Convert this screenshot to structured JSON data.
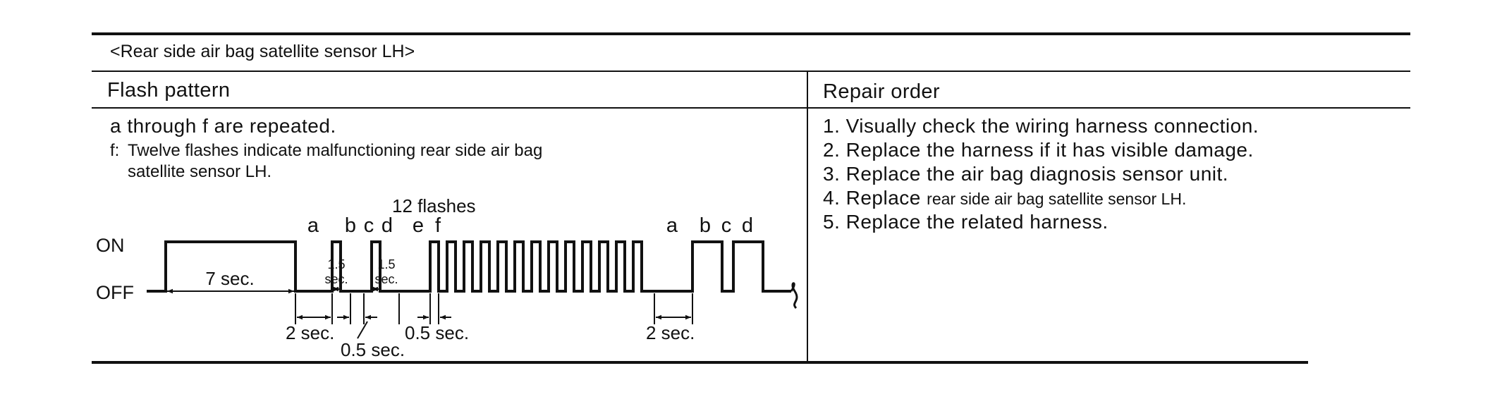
{
  "header": {
    "title": "<Rear side air bag satellite sensor LH>"
  },
  "columns": {
    "flash": "Flash pattern",
    "repair": "Repair order"
  },
  "notes": {
    "repeat": "a through f are repeated.",
    "f_prefix": "f:",
    "f_line1": "Twelve flashes indicate malfunctioning rear side air bag",
    "f_line2": "satellite sensor LH."
  },
  "diagram": {
    "on_label": "ON",
    "off_label": "OFF",
    "flashes_label": "12 flashes",
    "letters_first": [
      "a",
      "b",
      "c",
      "d",
      "e",
      "f"
    ],
    "letters_second": [
      "a",
      "b",
      "c",
      "d"
    ],
    "dur_7": "7 sec.",
    "dur_2_first": "2 sec.",
    "dur_05_first": "0.5 sec.",
    "dur_05_second": "0.5 sec.",
    "dur_2_second": "2 sec.",
    "pulse_dur_value": "1.5",
    "pulse_dur_unit": "sec."
  },
  "repair": {
    "items": [
      {
        "num": "1.",
        "text": "Visually check the wiring harness connection."
      },
      {
        "num": "2.",
        "text": "Replace the harness if it has visible damage."
      },
      {
        "num": "3.",
        "text": "Replace the air bag diagnosis sensor unit."
      },
      {
        "num": "4.",
        "text": "Replace",
        "small": "rear side air bag satellite sensor LH."
      },
      {
        "num": "5.",
        "text": "Replace the related harness."
      }
    ]
  }
}
